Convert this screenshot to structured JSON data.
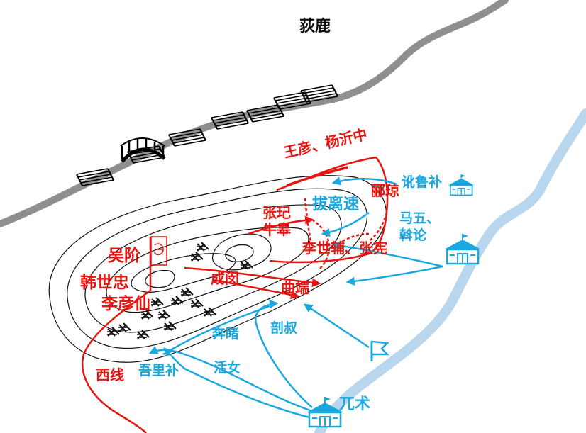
{
  "map": {
    "place_label": "荻鹿",
    "song_units": {
      "wang_yang": "王彦、杨沂中",
      "zhang_niu": "张玘\n牛皋",
      "li_qiong": "郦琼",
      "li_zhang": "李世辅、张宪",
      "wu_jie": "吴阶",
      "han_shizhong": "韩世忠",
      "li_yanxian": "李彦仙",
      "cheng_min": "成闵",
      "qu_duan": "曲端",
      "west_line": "西线"
    },
    "jin_units": {
      "balisu": "拔离速",
      "zhelubu": "讹鲁补",
      "mawu_walun": "马五、\n斡论",
      "fendu": "奔睹",
      "poushu": "剖叔",
      "wulibu": "吾里补",
      "huonv": "活女",
      "wuzhu": "兀术"
    },
    "colors": {
      "song": "#e8140f",
      "jin": "#1aa8e0",
      "river": "#b8d6ee",
      "road": "#8f8f8f"
    },
    "icons": [
      "bridge-icon",
      "tent-icon",
      "flag-icon",
      "fortification-icon",
      "emblem-icon"
    ]
  }
}
